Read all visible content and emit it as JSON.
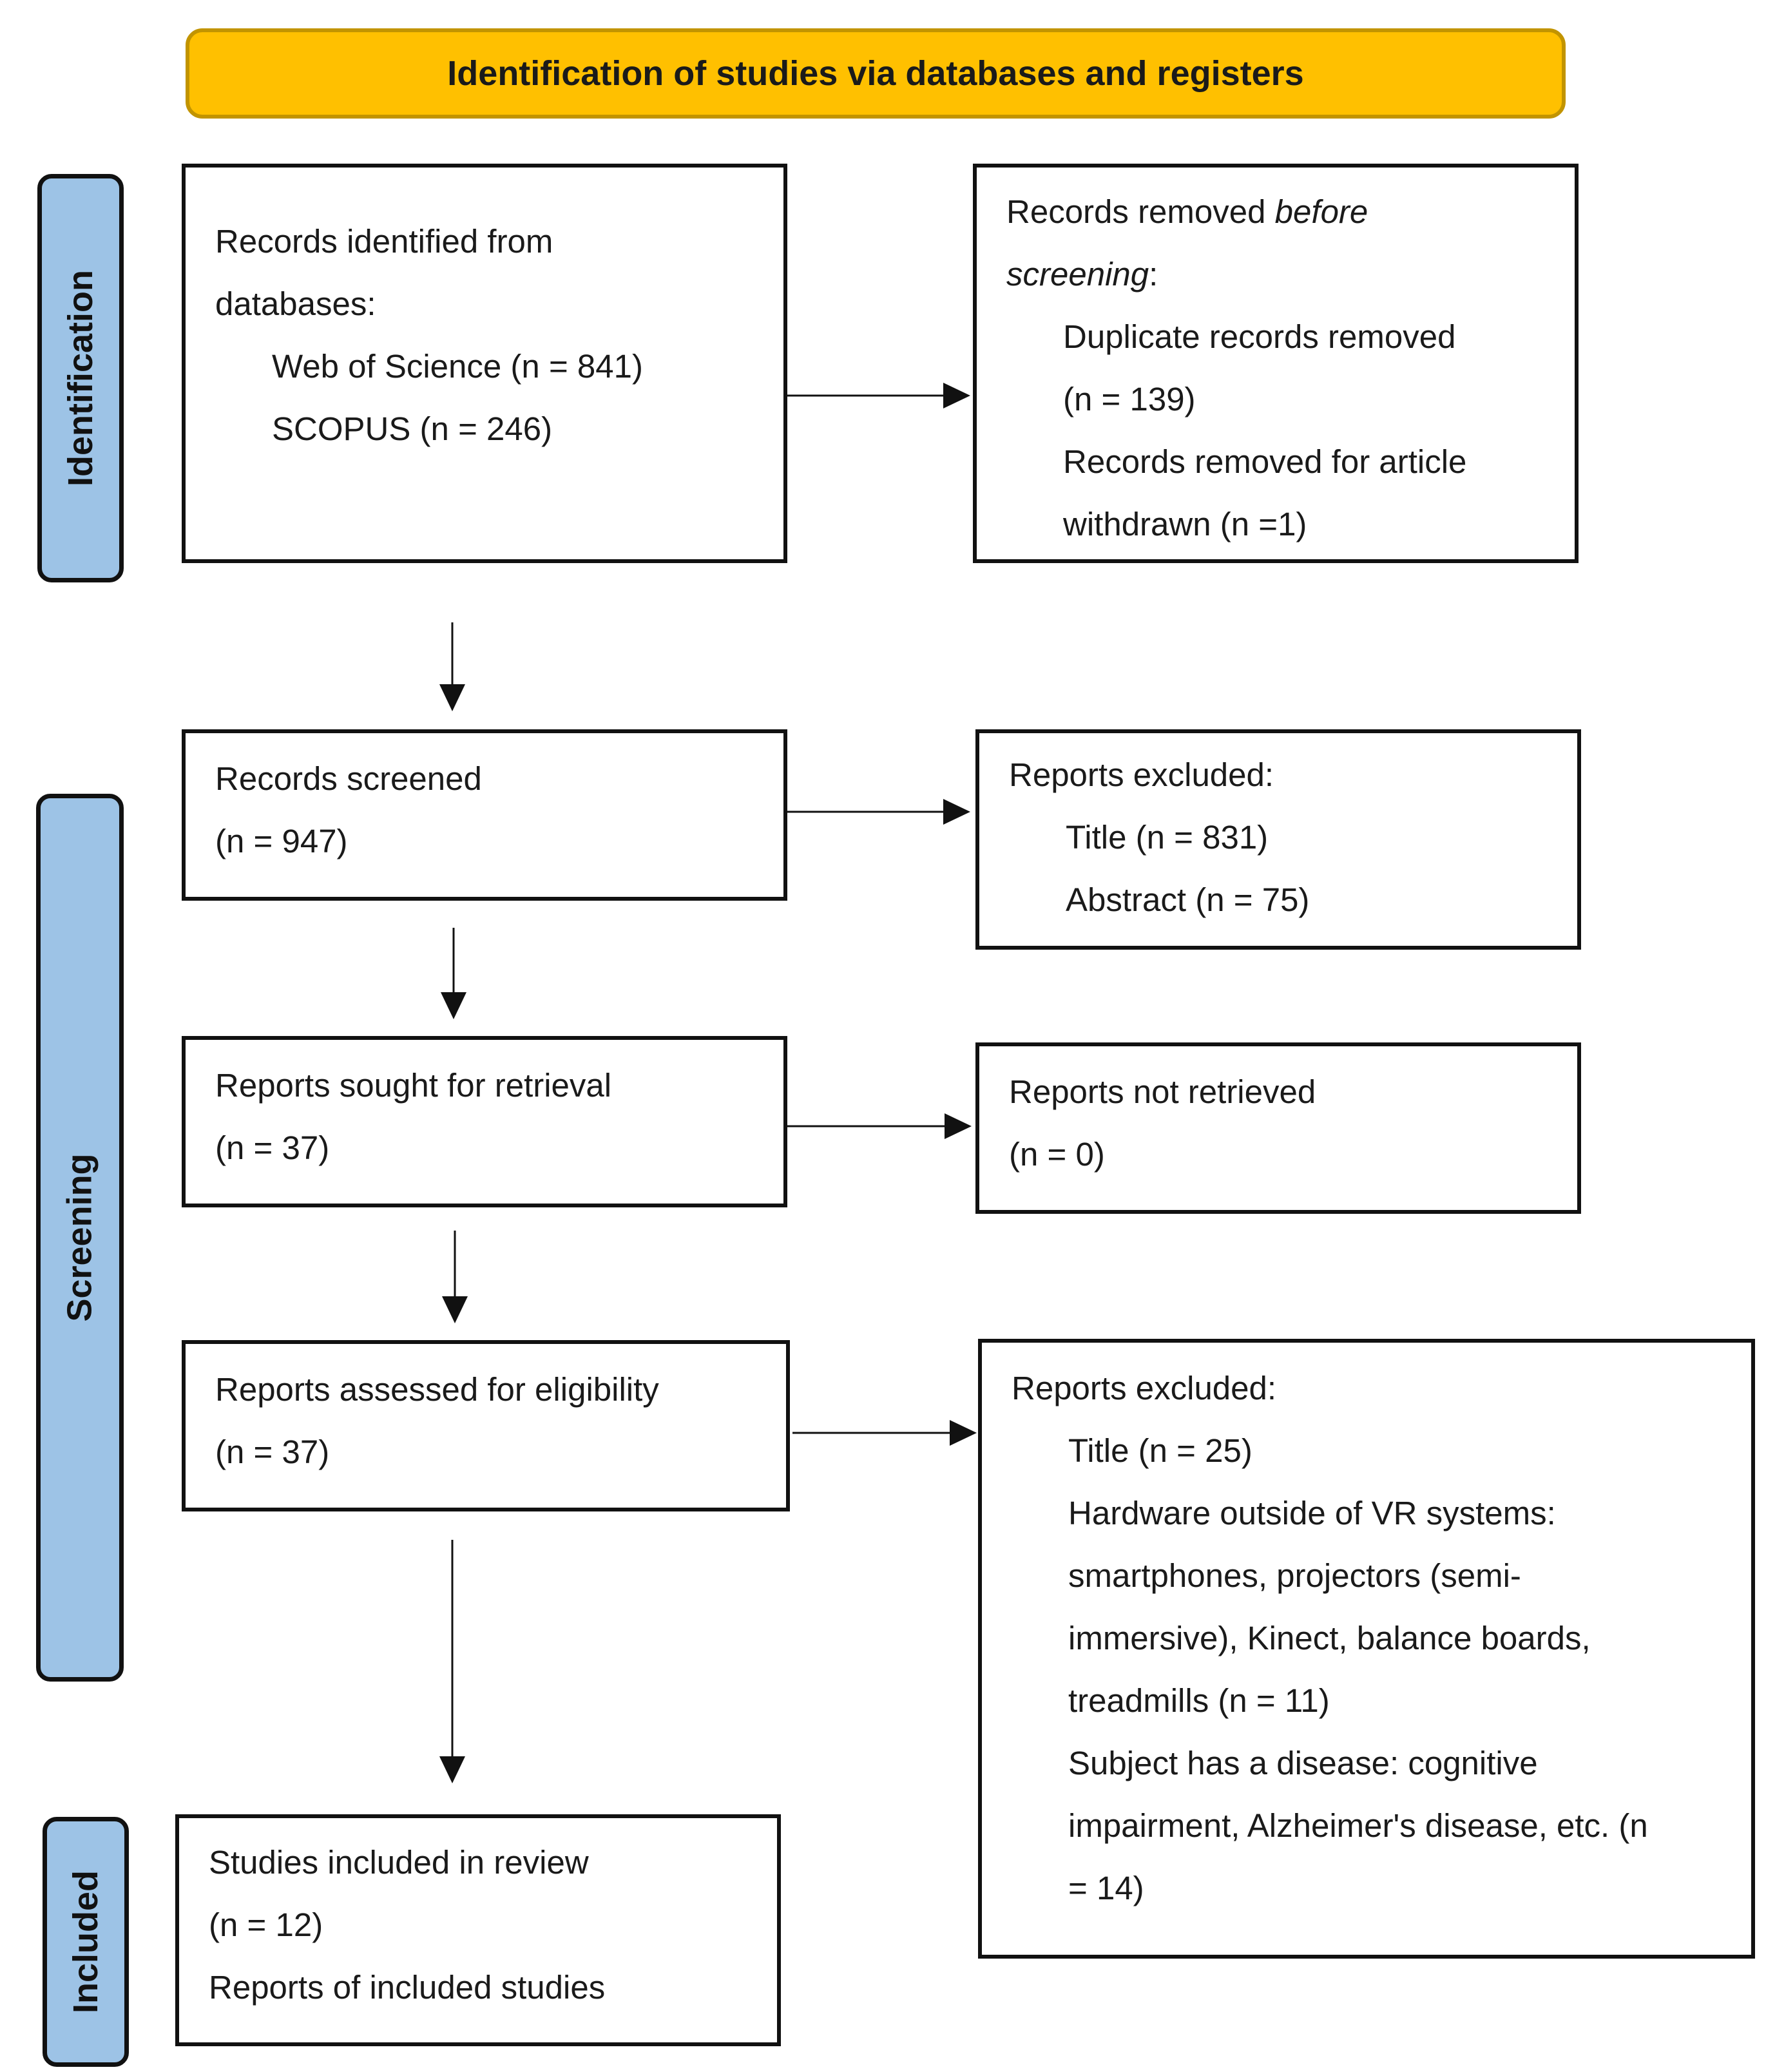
{
  "header": {
    "title": "Identification of studies via databases and registers"
  },
  "stages": {
    "identification": "Identification",
    "screening": "Screening",
    "included": "Included"
  },
  "boxes": {
    "identified": {
      "line1": "Records identified from",
      "line2": "databases:",
      "sources": [
        "Web of Science (n = 841)",
        "SCOPUS (n = 246)"
      ]
    },
    "removed": {
      "line1_a": "Records removed ",
      "line1_b": "before",
      "line2_a": "screening",
      "line2_b": ":",
      "items": [
        "Duplicate records removed",
        "(n = 139)",
        "Records removed for article",
        "withdrawn (n =1)"
      ]
    },
    "screened": {
      "label": "Records screened",
      "count": "(n = 947)"
    },
    "excluded1": {
      "label": "Reports excluded:",
      "items": [
        "Title (n = 831)",
        "Abstract (n = 75)"
      ]
    },
    "sought": {
      "label": "Reports sought for retrieval",
      "count": "(n = 37)"
    },
    "not_retrieved": {
      "label": "Reports not retrieved",
      "count": "(n = 0)"
    },
    "assessed": {
      "label": "Reports assessed for eligibility",
      "count": "(n = 37)"
    },
    "excluded2": {
      "label": "Reports excluded:",
      "items": [
        "Title (n = 25)",
        "Hardware outside of VR systems:",
        "smartphones, projectors (semi-",
        "immersive), Kinect, balance boards,",
        "treadmills (n = 11)",
        "Subject has a disease: cognitive",
        "impairment, Alzheimer's disease, etc. (n",
        "= 14)"
      ]
    },
    "included": {
      "line1": "Studies included in review",
      "line2": "(n = 12)",
      "line3": "Reports of included studies"
    }
  }
}
